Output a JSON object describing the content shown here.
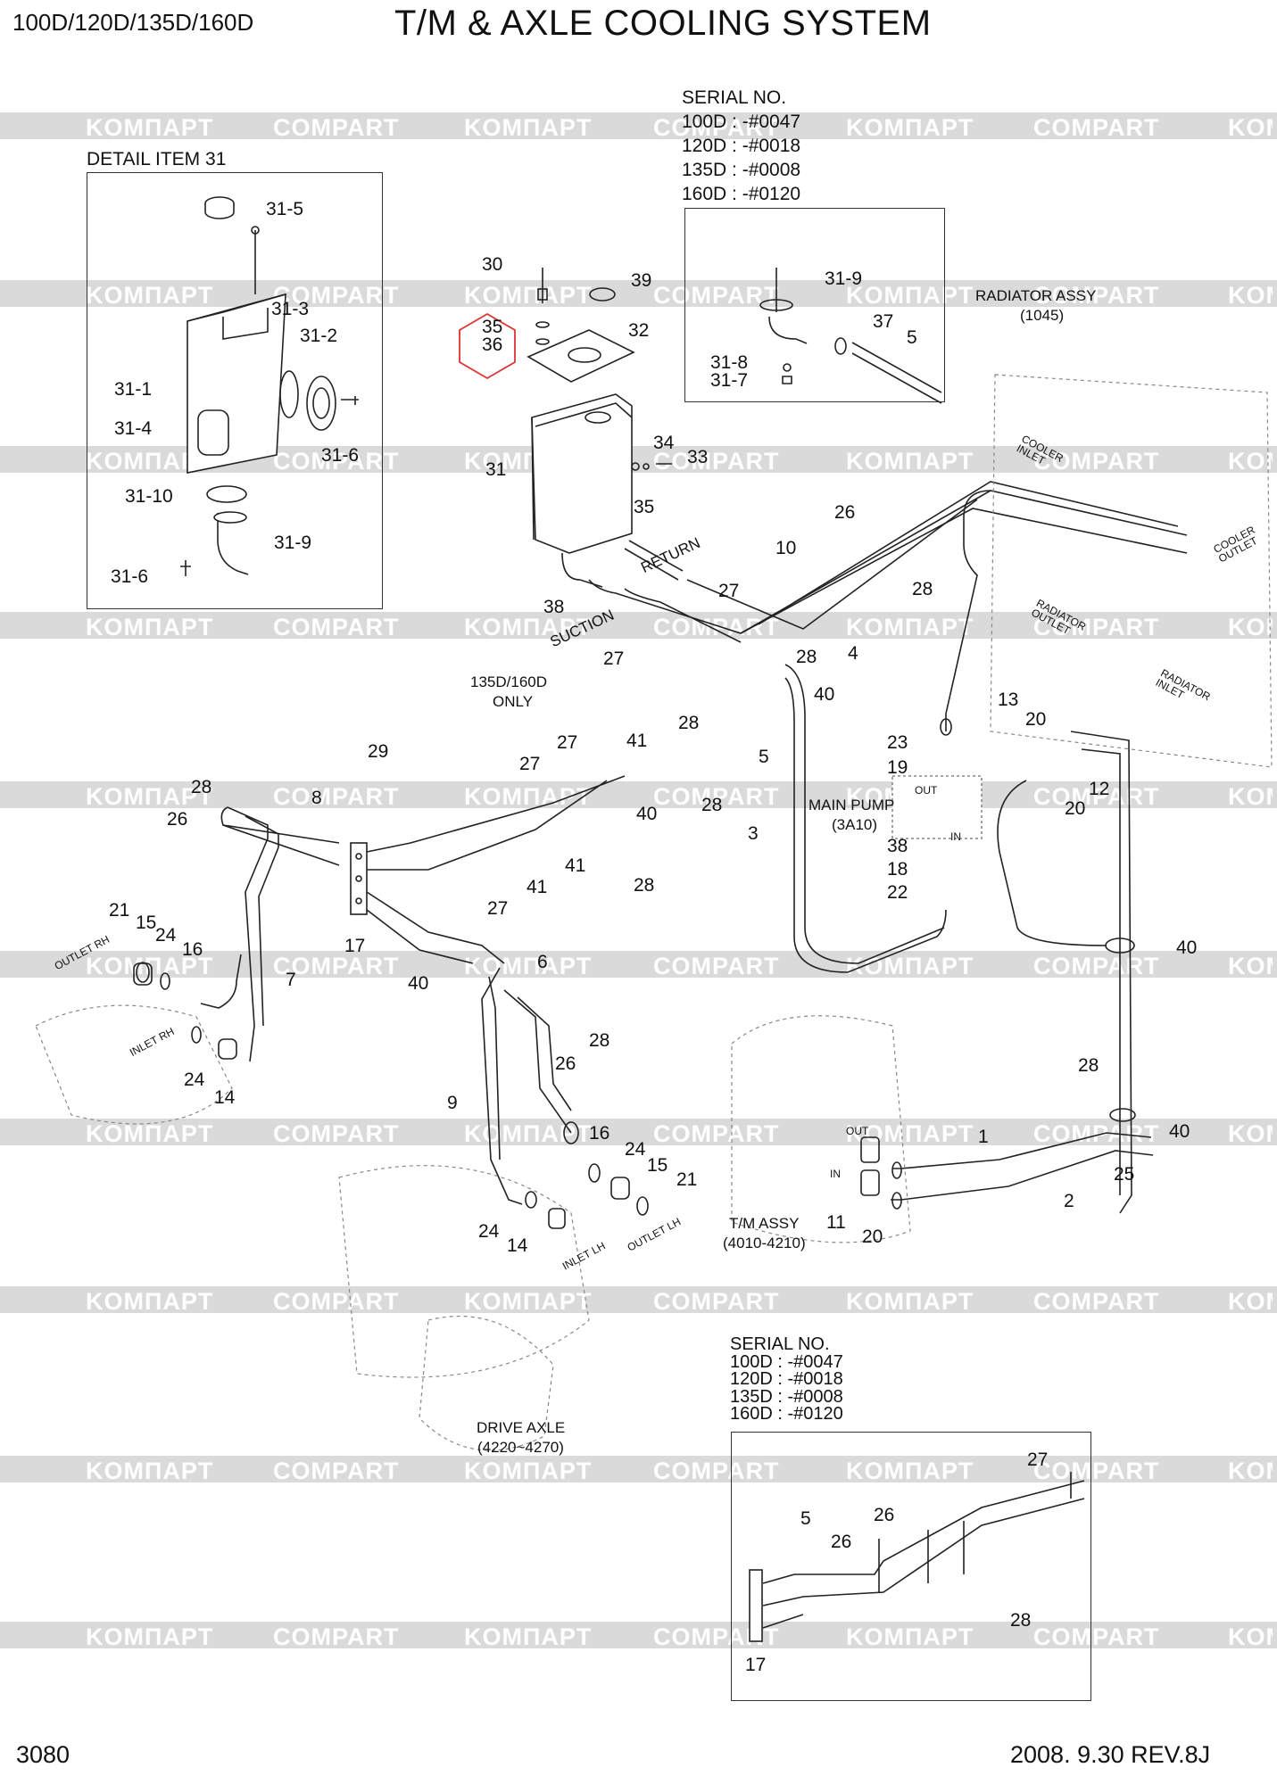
{
  "header": {
    "models": "100D/120D/135D/160D",
    "title": "T/M & AXLE COOLING SYSTEM"
  },
  "footer": {
    "page_number": "3080",
    "revision": "2008. 9.30  REV.8J"
  },
  "detail": {
    "title": "DETAIL ITEM 31",
    "callouts": [
      "31-5",
      "31-3",
      "31-2",
      "31-1",
      "31-4",
      "31-6",
      "31-10",
      "31-9",
      "31-6"
    ]
  },
  "serial_top": {
    "heading": "SERIAL NO.",
    "lines": [
      "100D : -#0047",
      "120D : -#0018",
      "135D : -#0008",
      "160D : -#0120"
    ],
    "callouts": [
      "31-9",
      "37",
      "5",
      "31-8",
      "31-7"
    ]
  },
  "serial_bottom": {
    "heading": "SERIAL NO.",
    "lines": [
      "100D : -#0047",
      "120D : -#0018",
      "135D : -#0008",
      "160D : -#0120"
    ],
    "callouts": [
      "27",
      "5",
      "26",
      "26",
      "28",
      "17"
    ]
  },
  "assemblies": {
    "radiator": "RADIATOR ASSY",
    "radiator_code": "(1045)",
    "main_pump": "MAIN PUMP",
    "main_pump_code": "(3A10)",
    "tm": "T/M ASSY",
    "tm_code": "(4010-4210)",
    "axle": "DRIVE AXLE",
    "axle_code": "(4220~4270)",
    "only_note_1": "135D/160D",
    "only_note_2": "ONLY"
  },
  "port_labels": {
    "return": "RETURN",
    "suction": "SUCTION",
    "cooler_inlet": "COOLER INLET",
    "cooler_outlet": "COOLER OUTLET",
    "radiator_outlet": "RADIATOR OUTLET",
    "radiator_inlet": "RADIATOR INLET",
    "outlet_rh": "OUTLET RH",
    "inlet_rh": "INLET RH",
    "inlet_lh": "INLET LH",
    "outlet_lh": "OUTLET LH",
    "out": "OUT",
    "in": "IN"
  },
  "callouts_main": {
    "c30": "30",
    "c39": "39",
    "c35a": "35",
    "c36": "36",
    "c32": "32",
    "c34": "34",
    "c33": "33",
    "c31": "31",
    "c35b": "35",
    "c38a": "38",
    "c26a": "26",
    "c10": "10",
    "c28a": "28",
    "c27a": "27",
    "c28b": "28",
    "c4": "4",
    "c27b": "27",
    "c40a": "40",
    "c28c": "28",
    "c13": "13",
    "c20a": "20",
    "c29": "29",
    "c27c": "27",
    "c27d": "27",
    "c41a": "41",
    "c5": "5",
    "c23": "23",
    "c19": "19",
    "c28d": "28",
    "c28e": "28",
    "c8": "8",
    "c26b": "26",
    "c40b": "40",
    "c3": "3",
    "c41b": "41",
    "c41c": "41",
    "c38b": "38",
    "c18": "18",
    "c22": "22",
    "c28f": "28",
    "c12": "12",
    "c20b": "20",
    "c27e": "27",
    "c17": "17",
    "c21a": "21",
    "c15a": "15",
    "c24a": "24",
    "c16a": "16",
    "c7": "7",
    "c40c": "40",
    "c6": "6",
    "c40d": "40",
    "c28g": "28",
    "c26c": "26",
    "c24b": "24",
    "c14a": "14",
    "c9": "9",
    "c16b": "16",
    "c24c": "24",
    "c15b": "15",
    "c21b": "21",
    "c24d": "24",
    "c14b": "14",
    "c28h": "28",
    "c1": "1",
    "c40e": "40",
    "c25": "25",
    "c2": "2",
    "c11": "11",
    "c20c": "20"
  },
  "watermarks": [
    "KOMПAPT",
    "COMPART"
  ]
}
